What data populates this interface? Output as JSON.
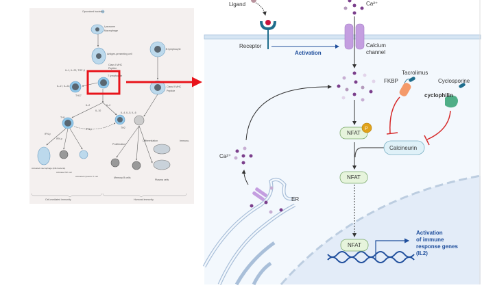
{
  "left_figure": {
    "labels": {
      "bacteria": "Opsonized bacteria",
      "lysosome": "Lysosome",
      "macrophage": "Macrophage",
      "apc": "Antigen-presenting cell",
      "class1": "Class I MHC",
      "peptide1": "Peptide",
      "t_lymph": "T lymphocyte",
      "b_lymph": "B lymphocyte",
      "class2": "Class II MHC",
      "peptide2": "Peptide",
      "il1": "IL-1, IL-23, TGF-β",
      "il17": "IL-17, IL-22",
      "th17": "TH17",
      "th1": "TH1",
      "th2": "TH2",
      "il2a": "IL-2",
      "il2b": "IL-2",
      "il10": "IL-10",
      "ifn1": "IFN-γ",
      "ifn2": "IFN-γ",
      "ifn3": "IFN-γ",
      "il4": "IL-4, IL-5, IL-6",
      "proliferation": "Proliferation",
      "differentiation": "Differentiation",
      "memory": "Memory B cells",
      "plasma": "Plasma cells",
      "immuno": "Immuno-",
      "act_mac": "Activated macrophage (kills bacteria)",
      "act_nk": "Activated NK cell",
      "act_ctl": "Activated cytotoxic T cell",
      "cell_mediated": "Cell-mediated immunity",
      "humoral": "Humoral immunity"
    },
    "highlight_color": "#e8141b"
  },
  "pathway": {
    "ligand": "Ligand",
    "ca_top": "Ca²⁺",
    "receptor": "Receptor",
    "activation": "Activation",
    "channel_line1": "Calcium",
    "channel_line2": "channel",
    "tacrolimus": "Tacrolimus",
    "fkbp": "FKBP",
    "cyclosporine": "Cyclosporine",
    "cyclophilin": "cyclophilin",
    "nfat_p": "NFAT",
    "p": "P",
    "calcineurin": "Calcineurin",
    "nfat_mid": "NFAT",
    "nfat_dna": "NFAT",
    "ca_left": "Ca²⁺",
    "er": "ER",
    "gene_line1": "Activation",
    "gene_line2": "of immune",
    "gene_line3": "response genes",
    "gene_line4": "(IL2)",
    "colors": {
      "accent_blue": "#1f4e9c",
      "inhibit_red": "#d62828",
      "calcium": "#7b3f8c",
      "nfat_fill": "#e6f4dc",
      "calcineurin_fill": "#dff1f8",
      "channel": "#c49ee0"
    }
  }
}
